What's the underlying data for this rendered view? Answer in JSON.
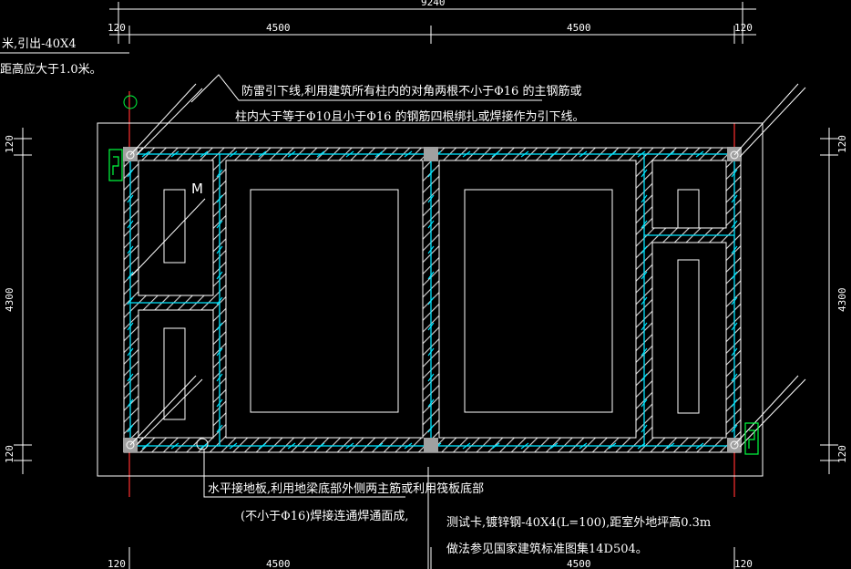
{
  "dimensions": {
    "top_total": "9240",
    "top_left": "120",
    "top_mid_1": "4500",
    "top_mid_2": "4500",
    "top_right": "120",
    "bottom_left": "120",
    "bottom_mid_1": "4500",
    "bottom_mid_2": "4500",
    "bottom_right": "120",
    "side_top": "120",
    "side_middle": "4300",
    "side_bottom": "120"
  },
  "notes": {
    "partial_left_1": "米,引出-40X4",
    "partial_left_2": "距高应大于1.0米。",
    "down_conductor_1": "防雷引下线,利用建筑所有柱内的对角两根不小于Φ16 的主钢筋或",
    "down_conductor_2": "柱内大于等于Φ10且小于Φ16 的钢筋四根绑扎或焊接作为引下线。",
    "grounding_1": "水平接地板,利用地梁底部外侧两主筋或利用筏板底部",
    "grounding_2": "(不小于Φ16)焊接连通焊通面成,",
    "test_clamp_1": "测试卡,镀锌钢-40X4(L=100),距室外地坪高0.3m",
    "test_clamp_2": "做法参见国家建筑标准图集14D504。"
  },
  "marker_label": "M",
  "colors": {
    "background": "#000000",
    "lines": "#ffffff",
    "hatch": "#ffffff",
    "rebar": "#00e5ff",
    "axis": "#ff3030",
    "marker": "#00ff40",
    "column": "#a0a0a0"
  }
}
